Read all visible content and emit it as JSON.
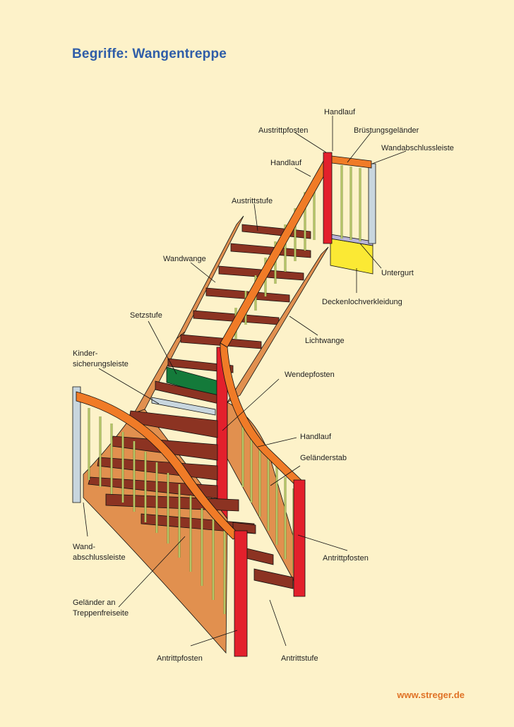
{
  "title": "Begriffe: Wangentreppe",
  "footer_url": "www.streger.de",
  "colors": {
    "background": "#fdf2c9",
    "title": "#2f5da8",
    "footer": "#e07226",
    "stringer": "#e1904f",
    "tread": "#8c3322",
    "handrail": "#f07b27",
    "post": "#e3202c",
    "baluster": "#c7d776",
    "riser_highlight": "#147a3a",
    "ceiling_cladding": "#fbe934",
    "wall_trim": "#c8d6de"
  },
  "labels": {
    "handlauf_top": "Handlauf",
    "austrittpfosten": "Austrittpfosten",
    "bruestungsgelaender": "Brüstungsgeländer",
    "wandabschlussleiste_top": "Wandabschlussleiste",
    "handlauf_upper": "Handlauf",
    "austrittstufe": "Austrittstufe",
    "wandwange": "Wandwange",
    "untergurt": "Untergurt",
    "deckenlochverkleidung": "Deckenlochverkleidung",
    "setzstufe": "Setzstufe",
    "lichtwange": "Lichtwange",
    "kindersicherungsleiste_1": "Kinder-",
    "kindersicherungsleiste_2": "sicherungsleiste",
    "wendepfosten": "Wendepfosten",
    "handlauf_mid": "Handlauf",
    "gelaenderstab": "Geländerstab",
    "wandabschlussleiste_1": "Wand-",
    "wandabschlussleiste_2": "abschlussleiste",
    "antrittpfosten_right": "Antrittpfosten",
    "gelaender_1": "Geländer an",
    "gelaender_2": "Treppenfreiseite",
    "antrittpfosten_bottom": "Antrittpfosten",
    "antrittstufe": "Antrittstufe"
  }
}
